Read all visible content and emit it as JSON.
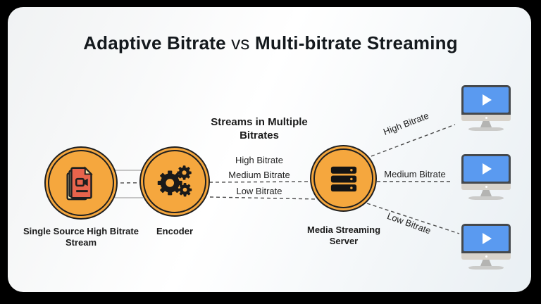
{
  "title": {
    "part1": "Adaptive Bitrate",
    "part2": " vs ",
    "part3": "Multi-bitrate Streaming"
  },
  "pipeline": {
    "nodes": [
      {
        "id": "source",
        "label": "Single Source High Bitrate Stream",
        "icon": "video-file-stack-icon"
      },
      {
        "id": "encoder",
        "label": "Encoder",
        "icon": "gears-icon"
      },
      {
        "id": "server",
        "label": "Media Streaming Server",
        "icon": "server-icon"
      }
    ],
    "middle": {
      "heading": "Streams in Multiple Bitrates",
      "streams": [
        "High Bitrate",
        "Medium Bitrate",
        "Low Bitrate"
      ]
    },
    "outputs": [
      {
        "label": "High Bitrate",
        "device": "desktop-monitor",
        "icon": "play-icon"
      },
      {
        "label": "Medium Bitrate",
        "device": "desktop-monitor",
        "icon": "play-icon"
      },
      {
        "label": "Low Bitrate",
        "device": "desktop-monitor",
        "icon": "play-icon"
      }
    ]
  },
  "colors": {
    "accent_orange": "#F5A73E",
    "outline_dark": "#1F1F1F",
    "file_red": "#E8644C",
    "file_cream": "#F8E9B0",
    "screen_blue": "#5A9AF0",
    "monitor_bezel": "#45494D",
    "solid_line_gray": "#B3B3B3",
    "dashed_line_dark": "#4A4A4A",
    "card_bg_light": "#F4F7F9",
    "frame_black": "#000000"
  }
}
